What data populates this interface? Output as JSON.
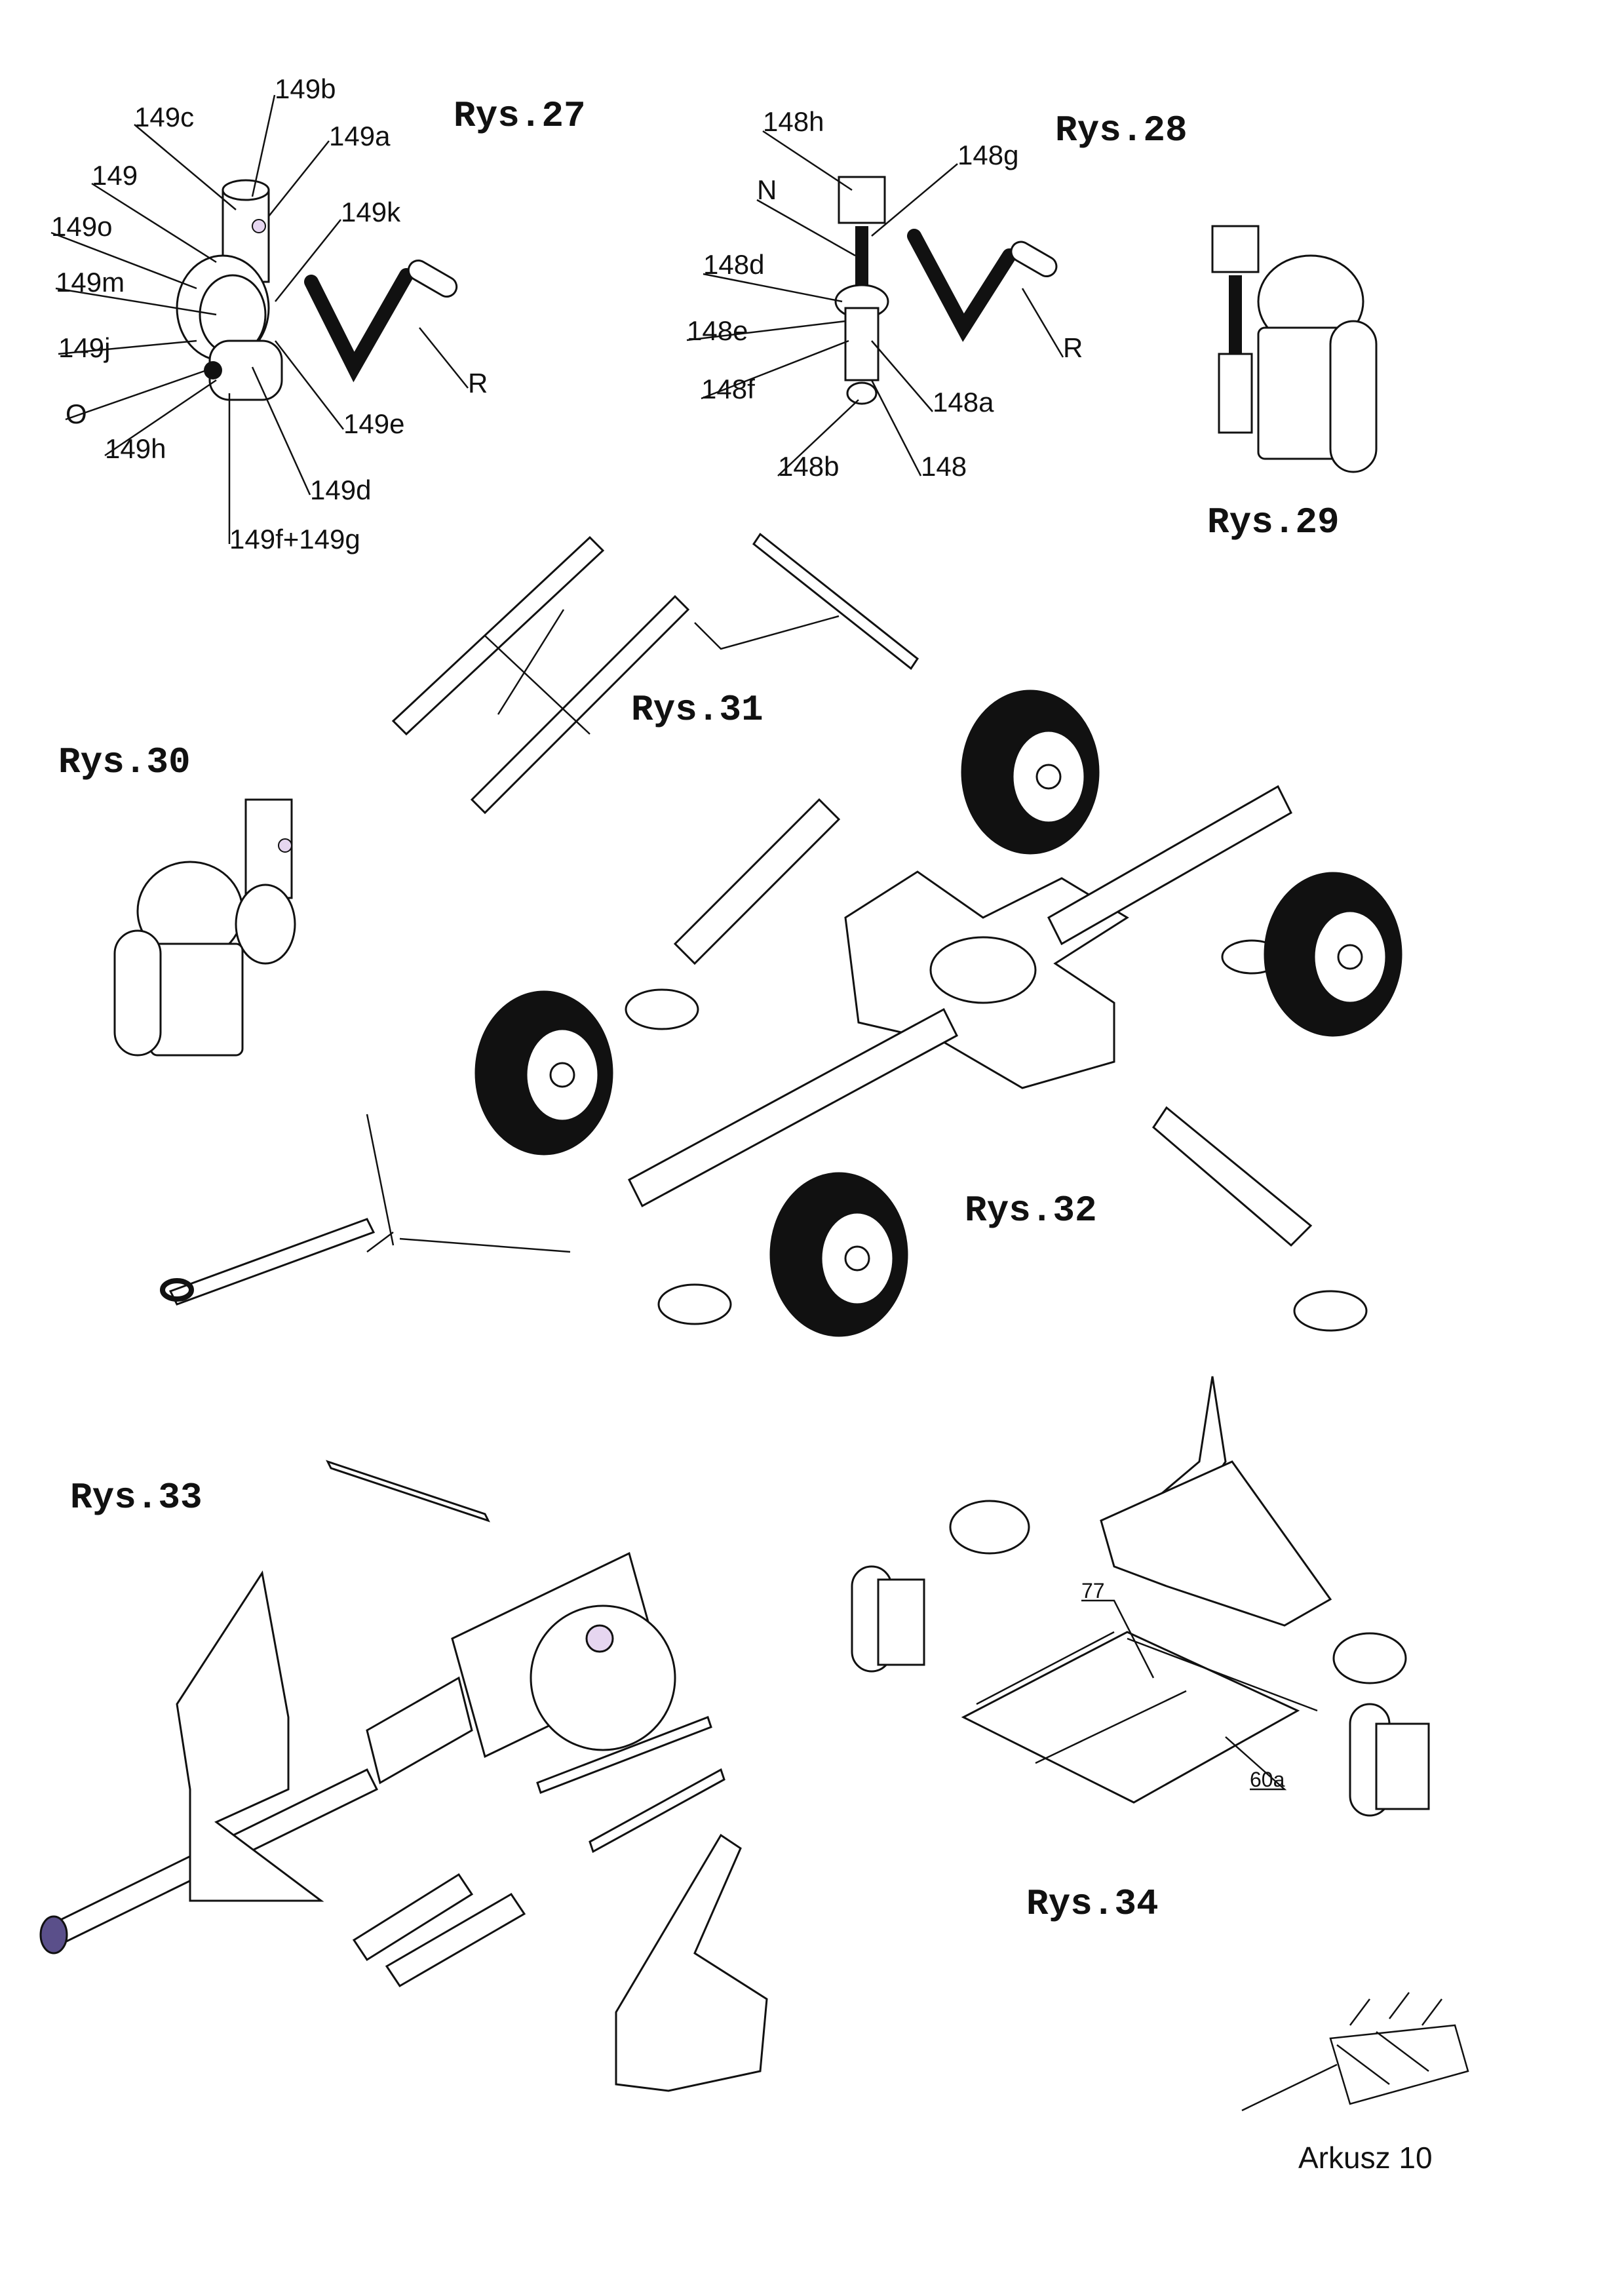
{
  "figures": {
    "rys27": "Rys.27",
    "rys28": "Rys.28",
    "rys29": "Rys.29",
    "rys30": "Rys.30",
    "rys31": "Rys.31",
    "rys32": "Rys.32",
    "rys33": "Rys.33",
    "rys34": "Rys.34"
  },
  "rys27_labels": {
    "l149b": "149b",
    "l149c": "149c",
    "l149a": "149a",
    "l149": "149",
    "l149k": "149k",
    "l149o": "149o",
    "l149m": "149m",
    "l149j": "149j",
    "lO": "O",
    "l149h": "149h",
    "l149e": "149e",
    "l149d": "149d",
    "l149fg": "149f+149g",
    "lR": "R"
  },
  "rys28_labels": {
    "l148h": "148h",
    "l148g": "148g",
    "lN": "N",
    "l148d": "148d",
    "l148e": "148e",
    "l148f": "148f",
    "l148a": "148a",
    "l148b": "148b",
    "l148": "148",
    "lR": "R"
  },
  "rys34_labels": {
    "l77": "77",
    "l60a": "60a"
  },
  "footer": {
    "sheet": "Arkusz 10"
  }
}
